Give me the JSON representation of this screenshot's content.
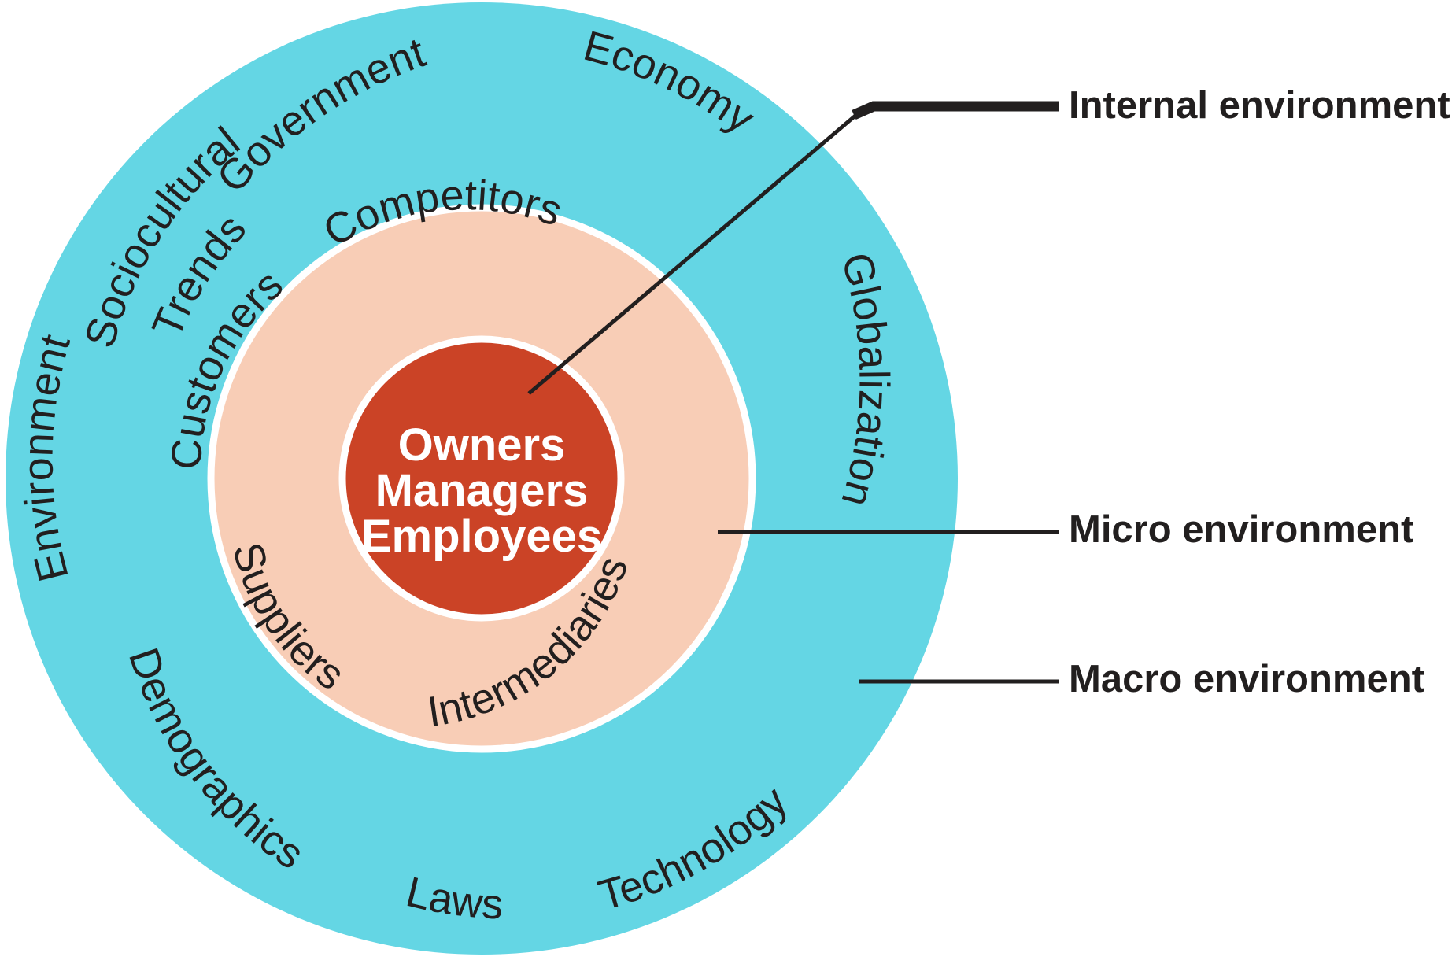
{
  "diagram": {
    "title": "Business Environment Concentric Circles",
    "colors": {
      "macro_ring": "#64D6E4",
      "micro_ring": "#F8CDB6",
      "internal_core": "#CB4326",
      "text": "#221f1f",
      "core_text": "#ffffff",
      "separator": "#ffffff"
    },
    "internal_core": {
      "lines": [
        "Owners",
        "Managers",
        "Employees"
      ]
    },
    "micro_ring": {
      "labels": [
        {
          "text": "Competitors",
          "position": "top"
        },
        {
          "text": "Customers",
          "position": "left"
        },
        {
          "text": "Suppliers",
          "position": "bottom-left"
        },
        {
          "text": "Intermediaries",
          "position": "bottom-right"
        }
      ]
    },
    "macro_ring": {
      "labels": [
        {
          "text": "Government",
          "position": "top-left"
        },
        {
          "text": "Economy",
          "position": "top-right"
        },
        {
          "text": "Sociocultural",
          "position": "upper-left-line1"
        },
        {
          "text": "Trends",
          "position": "upper-left-line2"
        },
        {
          "text": "Environment",
          "position": "left"
        },
        {
          "text": "Demographics",
          "position": "lower-left"
        },
        {
          "text": "Laws",
          "position": "bottom"
        },
        {
          "text": "Technology",
          "position": "lower-right"
        },
        {
          "text": "Globalization",
          "position": "right"
        }
      ]
    },
    "callouts": [
      {
        "id": "internal",
        "label": "Internal environment"
      },
      {
        "id": "micro",
        "label": "Micro environment"
      },
      {
        "id": "macro",
        "label": "Macro environment"
      }
    ]
  }
}
